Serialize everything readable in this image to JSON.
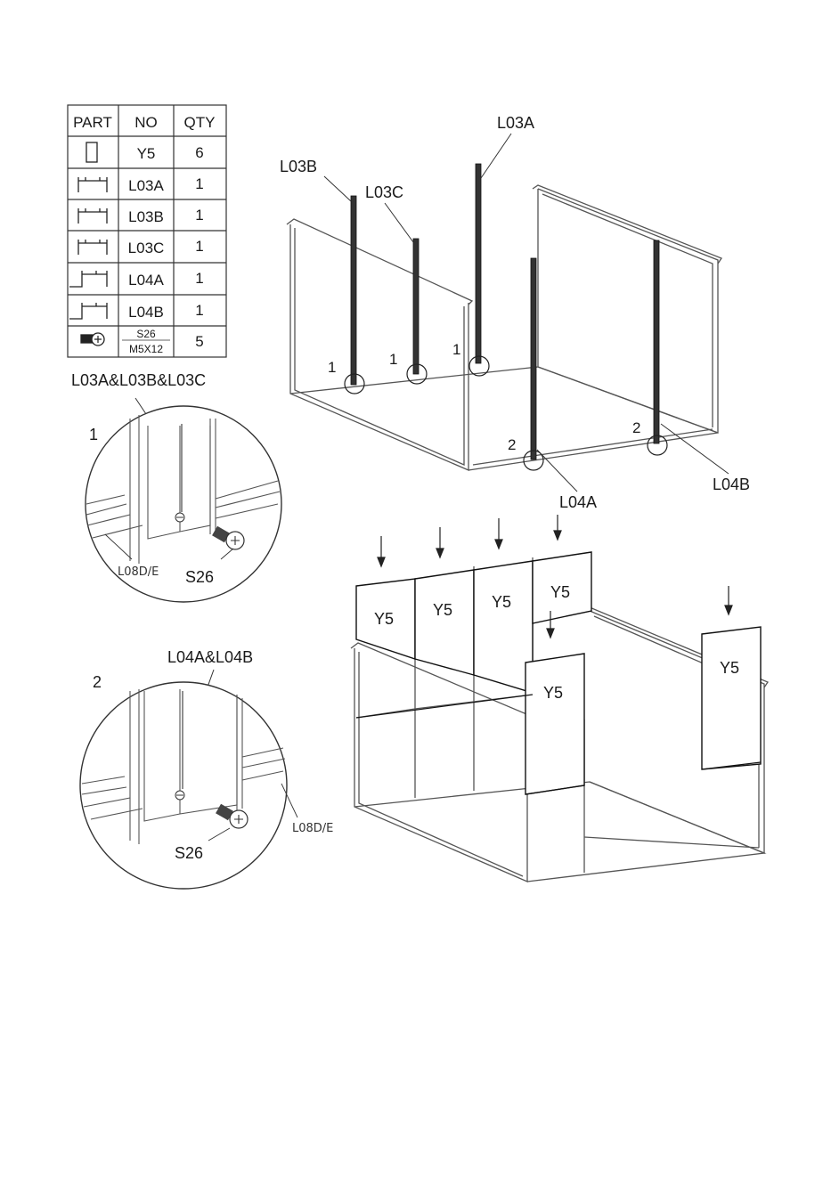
{
  "parts_table": {
    "headers": [
      "PART",
      "NO",
      "QTY"
    ],
    "rows": [
      {
        "icon": "panel-icon",
        "no": "Y5",
        "qty": "6"
      },
      {
        "icon": "bracket-icon",
        "no": "L03A",
        "qty": "1"
      },
      {
        "icon": "bracket-icon",
        "no": "L03B",
        "qty": "1"
      },
      {
        "icon": "bracket-icon",
        "no": "L03C",
        "qty": "1"
      },
      {
        "icon": "corner-bracket-icon",
        "no": "L04A",
        "qty": "1"
      },
      {
        "icon": "corner-bracket-icon",
        "no": "L04B",
        "qty": "1"
      },
      {
        "icon": "screw-icon",
        "no": "S26",
        "no_sub": "M5X12",
        "qty": "5"
      }
    ]
  },
  "detail_1": {
    "title": "L03A&L03B&L03C",
    "number": "1",
    "rail_label": "L08D/E",
    "screw_label": "S26"
  },
  "detail_2": {
    "title": "L04A&L04B",
    "number": "2",
    "rail_label": "L08D/E",
    "screw_label": "S26"
  },
  "frame_diagram": {
    "post_labels": [
      "L03B",
      "L03C",
      "L03A",
      "L04A",
      "L04B"
    ],
    "callouts": [
      "1",
      "1",
      "1",
      "2",
      "2"
    ]
  },
  "panel_diagram": {
    "panel_label": "Y5"
  }
}
